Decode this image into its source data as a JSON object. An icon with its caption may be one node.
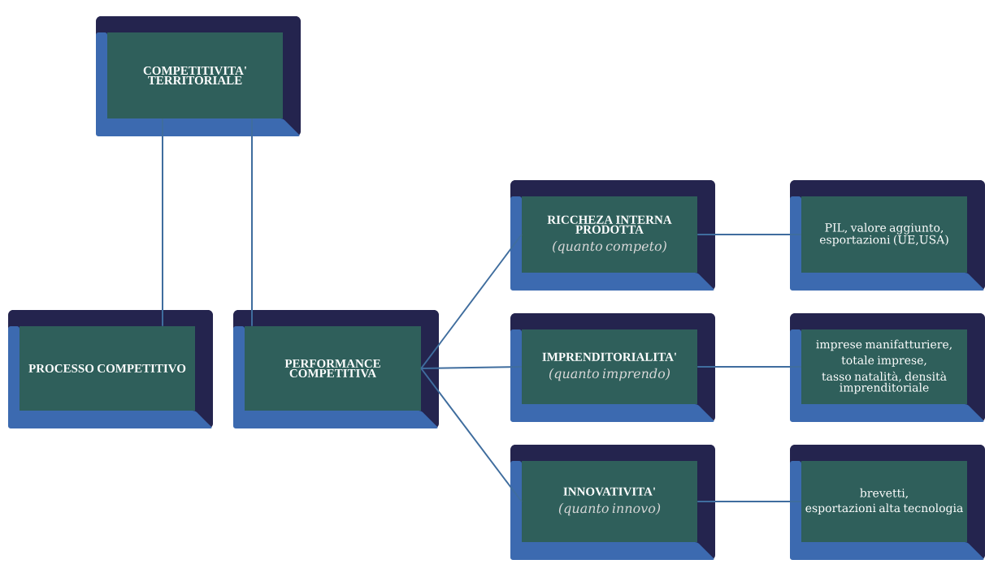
{
  "diagram": {
    "nodes": [
      {
        "text": [
          "COMPETITIVITA' TERRITORIALE"
        ]
      },
      {
        "text": [
          "PROCESSO COMPETITIVO"
        ]
      },
      {
        "text": [
          "PERFORMANCE COMPETITIVA"
        ]
      },
      {
        "text": [
          "RICCHEZA INTERNA PRODOTTA",
          "(quanto competo)"
        ]
      },
      {
        "text": [
          "IMPRENDITORIALITA'",
          "(quanto imprendo)"
        ]
      },
      {
        "text": [
          "INNOVATIVITA'",
          "(quanto innovo)"
        ]
      },
      {
        "text": [
          "PIL, valore aggiunto, esportazioni (UE,USA)"
        ]
      },
      {
        "text": [
          "imprese manifatturiere,",
          "totale imprese,",
          "tasso natalità, densità imprenditoriale"
        ]
      },
      {
        "text": [
          "brevetti,",
          "esportazioni alta tecnologia"
        ]
      }
    ],
    "edges": [
      {
        "from": 0,
        "to": 1,
        "arrow": "none"
      },
      {
        "from": 0,
        "to": 2,
        "arrow": "none"
      },
      {
        "from": 2,
        "to": 3,
        "arrow": "none"
      },
      {
        "from": 2,
        "to": 4,
        "arrow": "none"
      },
      {
        "from": 2,
        "to": 5,
        "arrow": "none"
      },
      {
        "from": 3,
        "to": 6,
        "arrow": "none"
      },
      {
        "from": 4,
        "to": 7,
        "arrow": "none"
      },
      {
        "from": 5,
        "to": 8,
        "arrow": "none"
      }
    ]
  }
}
